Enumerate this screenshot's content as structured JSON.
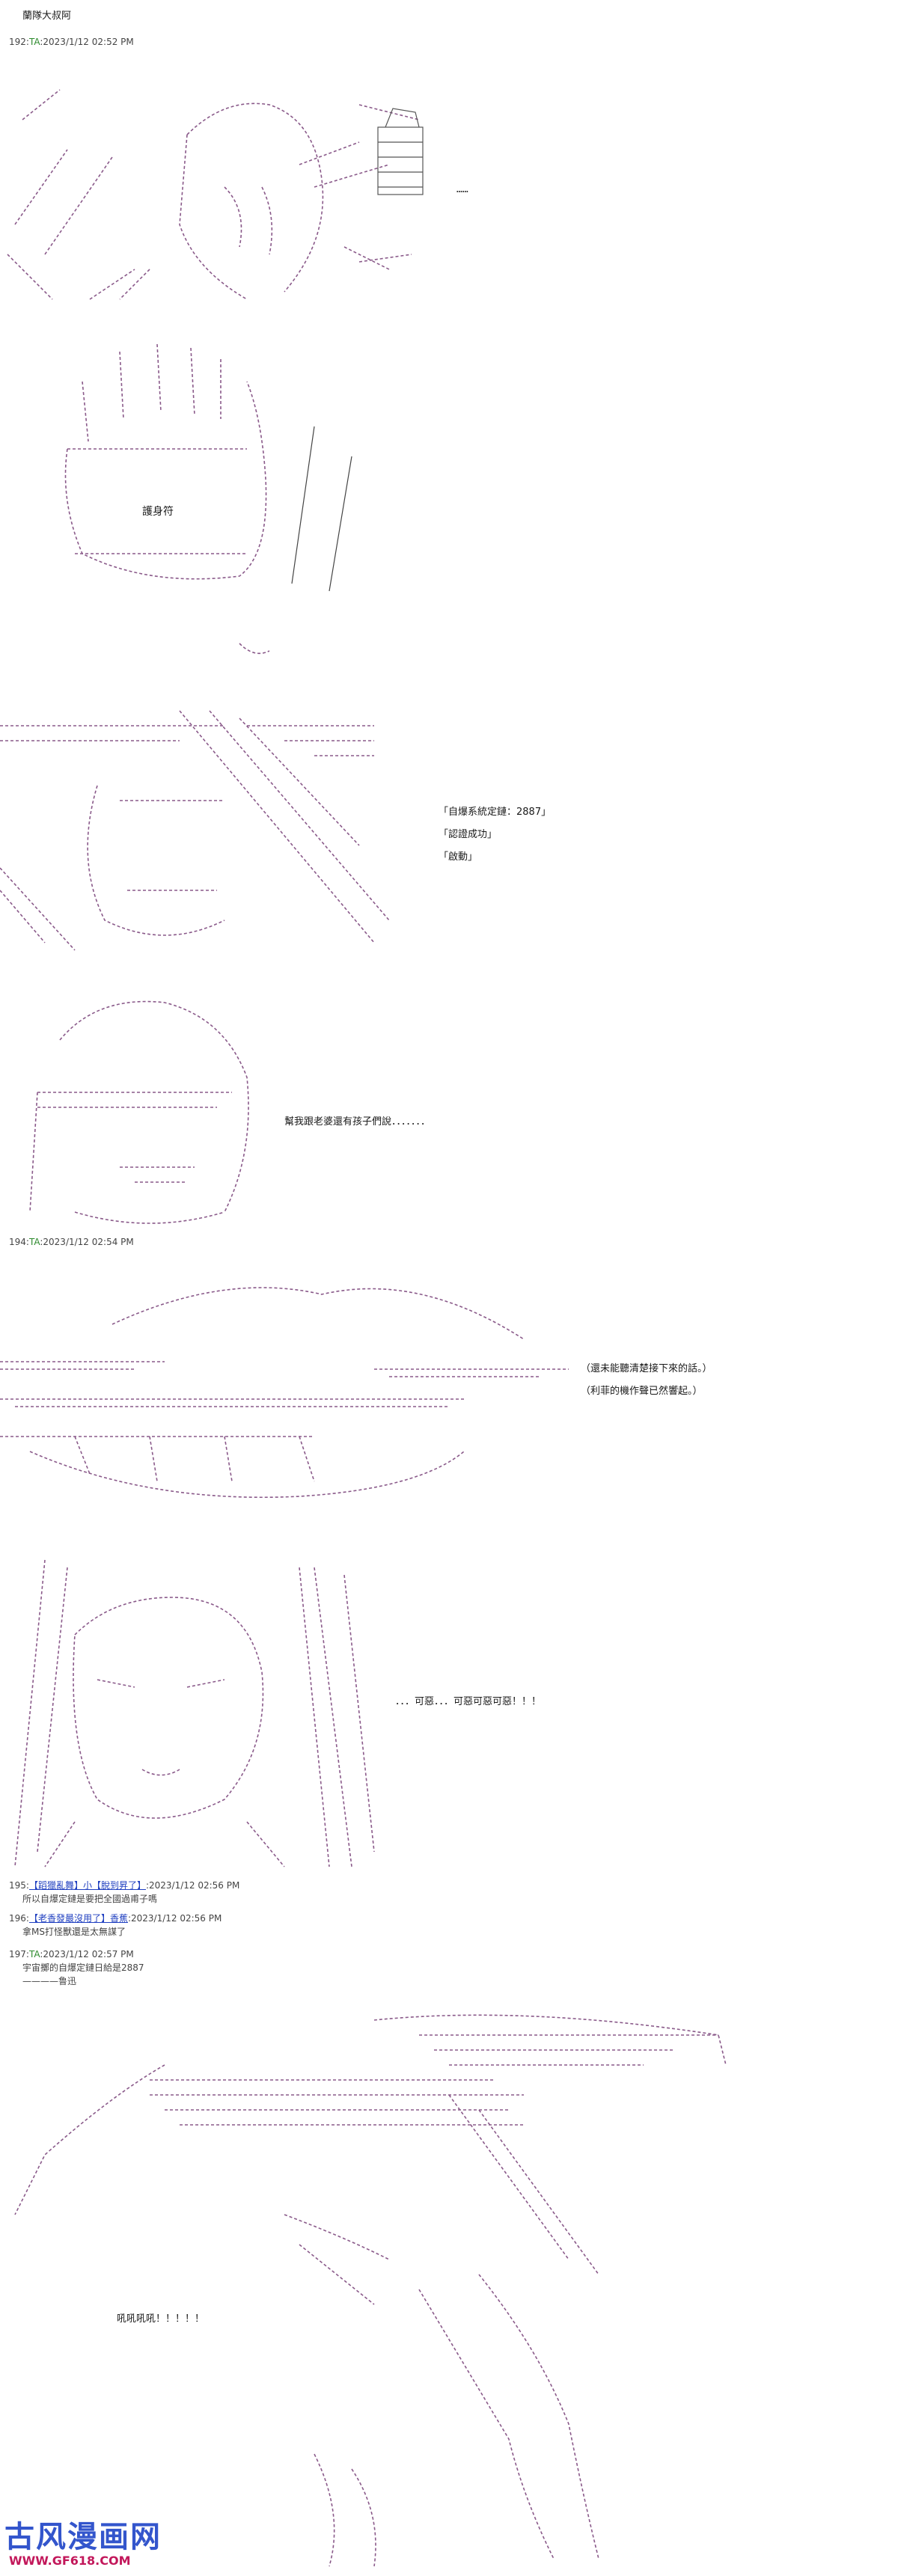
{
  "header_note": "蘭隊大叔阿",
  "posts": [
    {
      "num": "192",
      "name": "TA",
      "time": "2023/1/12 02:52 PM"
    },
    {
      "num": "194",
      "name": "TA",
      "time": "2023/1/12 02:54 PM"
    },
    {
      "num": "195",
      "name": "【蹈獵亂舞】小【脫到昇了】",
      "time": "2023/1/12 02:56 PM",
      "text": "所以自爆定鏈是要把全國過甫子嗎"
    },
    {
      "num": "196",
      "name": "【老香發最沒用了】香蕉",
      "time": "2023/1/12 02:56 PM",
      "text": "拿MS打怪獸還是太無謀了"
    },
    {
      "num": "197",
      "name": "TA",
      "time": "2023/1/12 02:57 PM",
      "text": "宇宙擲的自爆定鏈日給是2887",
      "text2": "————鲁迅"
    }
  ],
  "panel1": {
    "dots": "……"
  },
  "panel2": {
    "label": "護身符"
  },
  "panel3": {
    "lines": [
      "「自爆系統定鏈：2887」",
      "「認證成功」",
      "「啟動」"
    ]
  },
  "panel4": {
    "line": "幫我跟老婆還有孩子們說．．．．．．．"
  },
  "panel5": {
    "lines": [
      "（還未能聽清楚接下來的話。）",
      "（利菲的機作聲已然響起。）"
    ]
  },
  "panel6": {
    "line": "．．．可惡．．．可惡可惡可惡！！！"
  },
  "panel7": {
    "line": "吼吼吼吼！！！！！"
  },
  "watermark": {
    "site": "古风漫画网",
    "url": "WWW.GF618.COM"
  },
  "colors": {
    "art": "#8a5a8a",
    "name_green": "#2e8b2e",
    "link_blue": "#1f3fc0"
  }
}
